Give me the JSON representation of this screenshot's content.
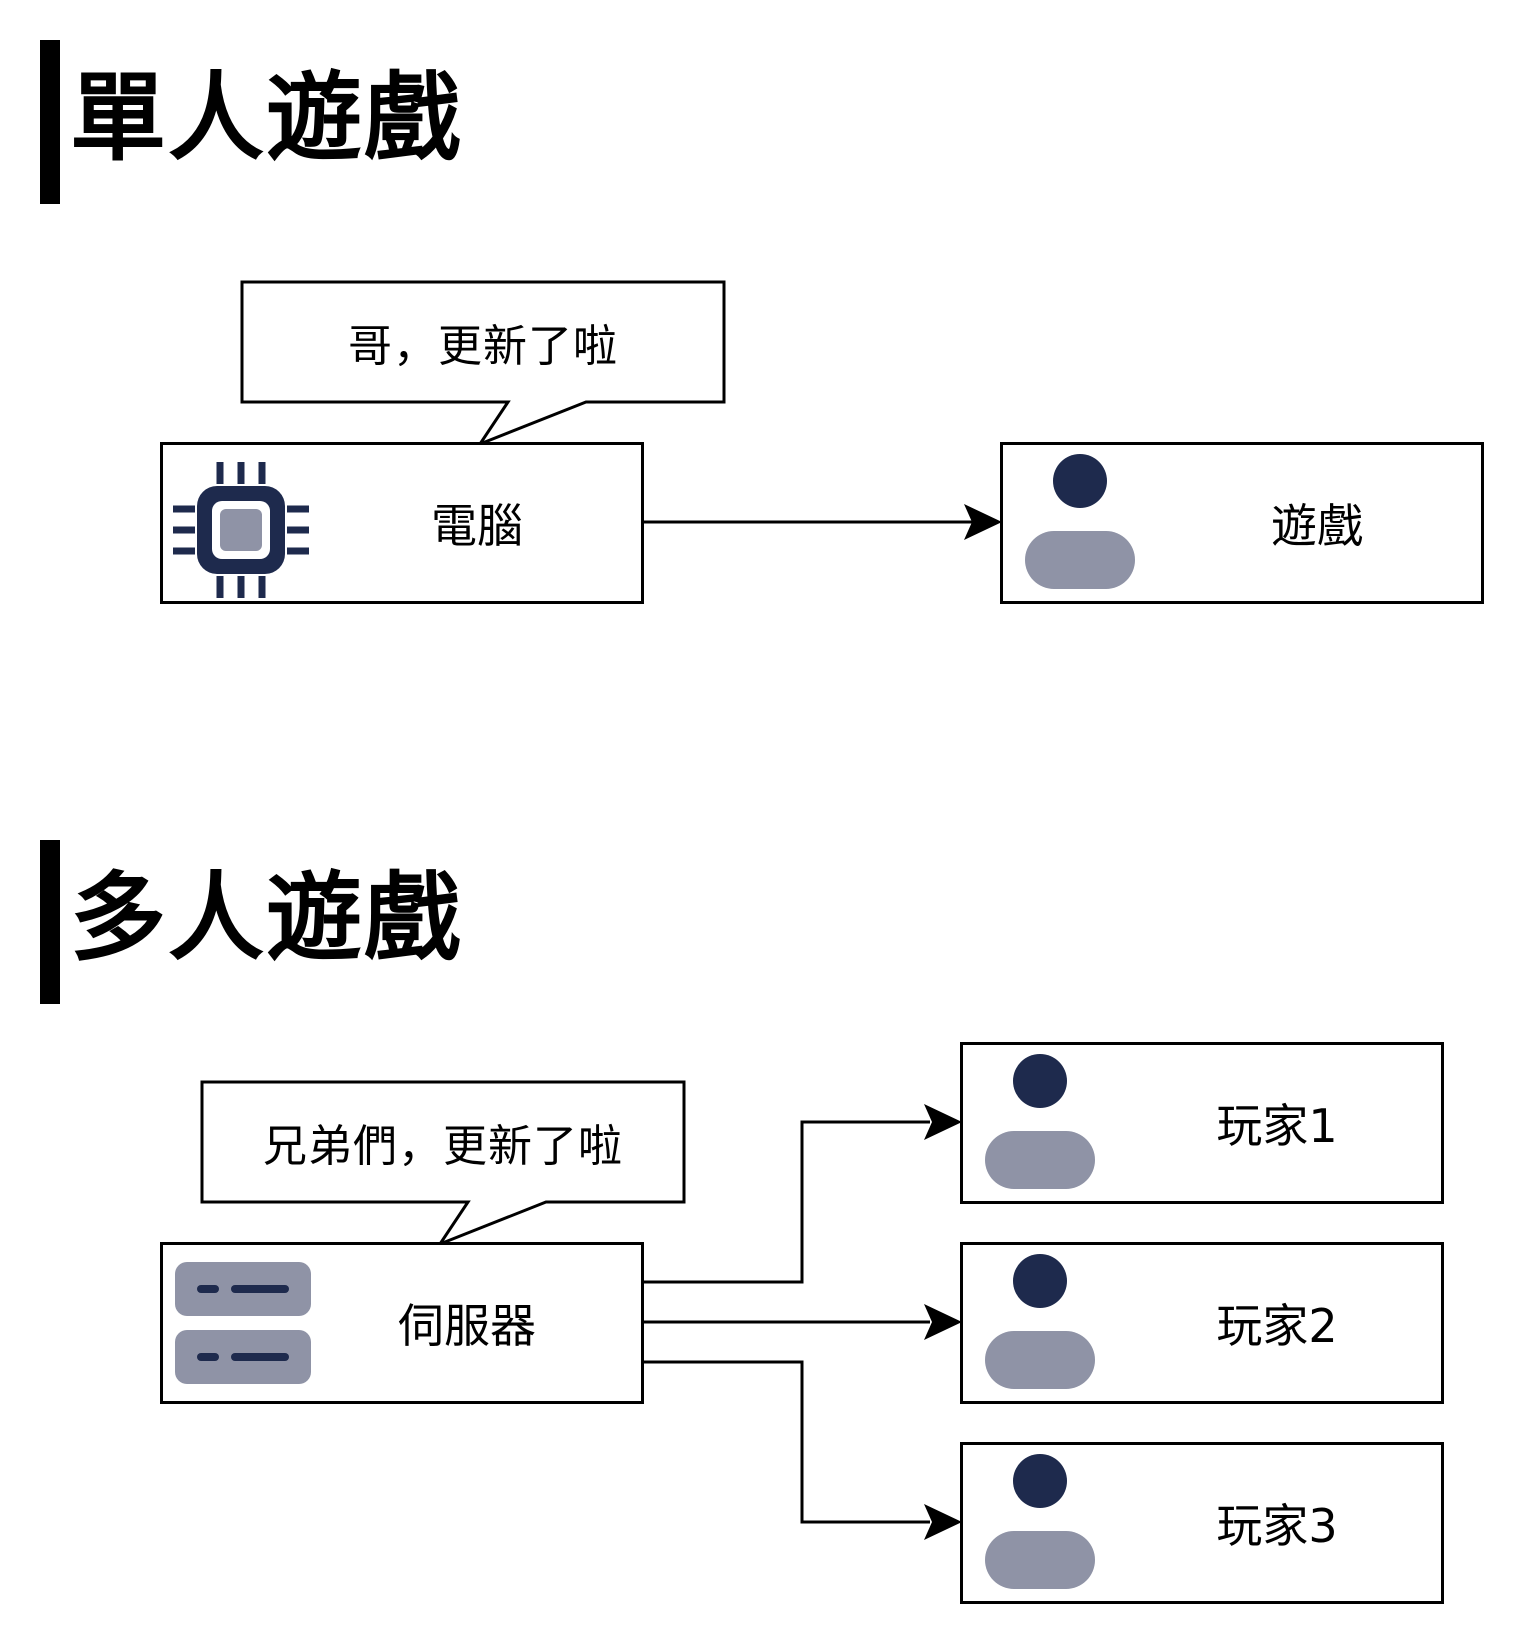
{
  "single_player": {
    "title": "單人遊戲",
    "callout": "哥，更新了啦",
    "source_label": "電腦",
    "source_icon": "cpu-chip-icon",
    "target_label": "遊戲",
    "target_icon": "user-icon"
  },
  "multi_player": {
    "title": "多人遊戲",
    "callout": "兄弟們，更新了啦",
    "source_label": "伺服器",
    "source_icon": "server-icon",
    "players": [
      {
        "label": "玩家1",
        "icon": "user-icon"
      },
      {
        "label": "玩家2",
        "icon": "user-icon"
      },
      {
        "label": "玩家3",
        "icon": "user-icon"
      }
    ]
  },
  "colors": {
    "icon_dark": "#1e2a4d",
    "icon_muted": "#8f93a6",
    "stroke": "#000000"
  }
}
